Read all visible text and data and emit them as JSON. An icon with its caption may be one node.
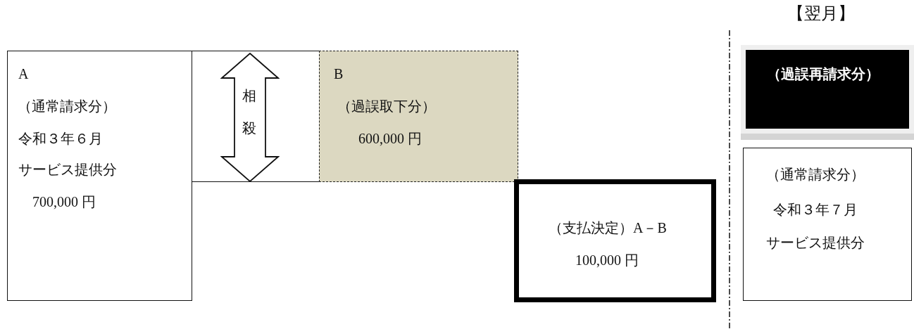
{
  "diagram": {
    "nodes": [
      {
        "text": [
          "A",
          "（通常請求分）",
          "令和３年６月",
          "サービス提供分",
          "700,000 円"
        ]
      },
      {
        "text": [],
        "shape": "box"
      },
      {
        "text": [
          "相殺"
        ],
        "in": 1
      },
      {
        "text": [
          "B",
          "（過誤取下分）",
          "600,000 円"
        ]
      },
      {
        "text": [
          "（支払決定）A－B",
          "100,000 円"
        ]
      },
      {
        "text": [
          "（過誤再請求分）"
        ]
      },
      {
        "text": [
          "（通常請求分）",
          "令和３年７月",
          "サービス提供分"
        ]
      }
    ],
    "labels": [
      "【翌月】"
    ]
  }
}
